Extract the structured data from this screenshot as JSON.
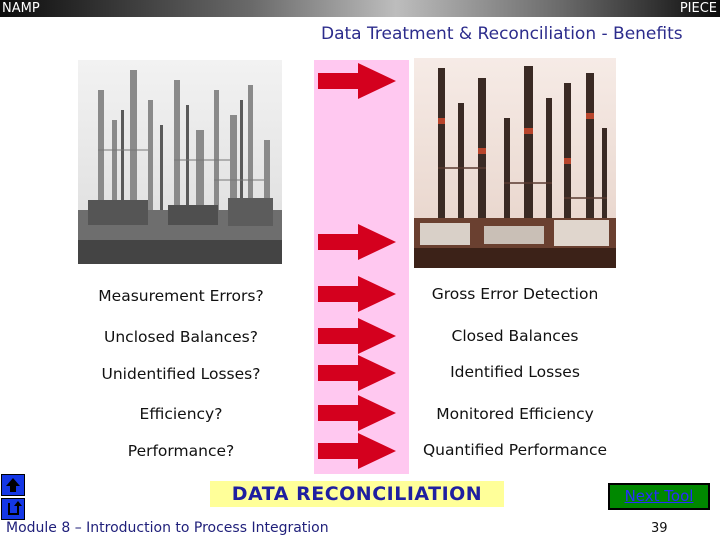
{
  "header": {
    "left_label": "NAMP",
    "right_label": "PIECE"
  },
  "slide": {
    "title": "Data Treatment & Reconciliation - Benefits"
  },
  "rows": [
    {
      "problem": "Measurement Errors?",
      "benefit": "Gross Error Detection"
    },
    {
      "problem": "Unclosed Balances?",
      "benefit": "Closed Balances"
    },
    {
      "problem": "Unidentified Losses?",
      "benefit": "Identified Losses"
    },
    {
      "problem": "Efficiency?",
      "benefit": "Monitored Efficiency"
    },
    {
      "problem": "Performance?",
      "benefit": "Quantified Performance"
    }
  ],
  "banner": {
    "text": "DATA RECONCILIATION"
  },
  "buttons": {
    "next_tool": "Next Tool"
  },
  "footer": {
    "module": "Module 8 – Introduction to Process Integration",
    "page_number": "39"
  },
  "icons": {
    "arrow": "red-arrow-icon",
    "home": "up-arrow-icon",
    "return": "return-icon"
  },
  "colors": {
    "title": "#2c2c8c",
    "pink_strip": "#ffc8f0",
    "arrow": "#d4001e",
    "banner_bg": "#ffff99",
    "banner_text": "#1f1fa0",
    "next_tool_bg": "#008800",
    "next_tool_text": "#2a2aff",
    "nav_button": "#1437e6"
  }
}
